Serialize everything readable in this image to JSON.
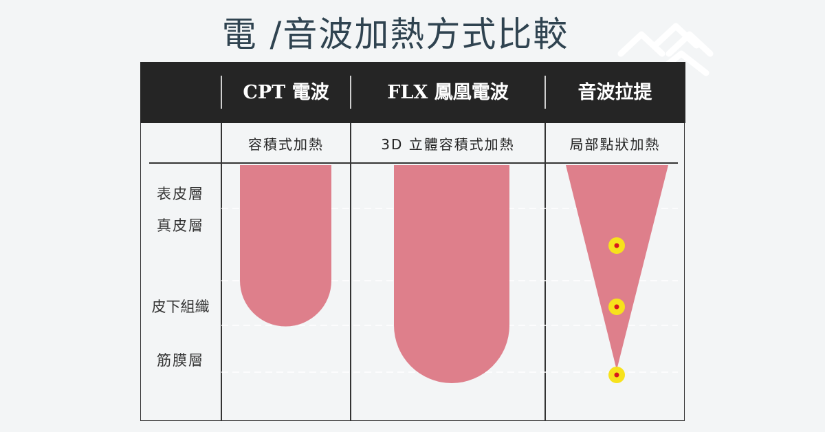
{
  "title": "電 /音波加熱方式比較",
  "columns": [
    {
      "header": "CPT 電波",
      "method": "容積式加熱"
    },
    {
      "header": "FLX 鳳凰電波",
      "method": "3D 立體容積式加熱"
    },
    {
      "header": "音波拉提",
      "method": "局部點狀加熱"
    }
  ],
  "layers": [
    {
      "label": "表皮層"
    },
    {
      "label": "真皮層"
    },
    {
      "label": "皮下組織"
    },
    {
      "label": "筋膜層"
    }
  ],
  "colors": {
    "heat_zone": "#de7f8b",
    "header_bg": "#252525",
    "focal_outer": "#f7e21c",
    "focal_inner": "#d8171c",
    "title": "#2f4350"
  }
}
